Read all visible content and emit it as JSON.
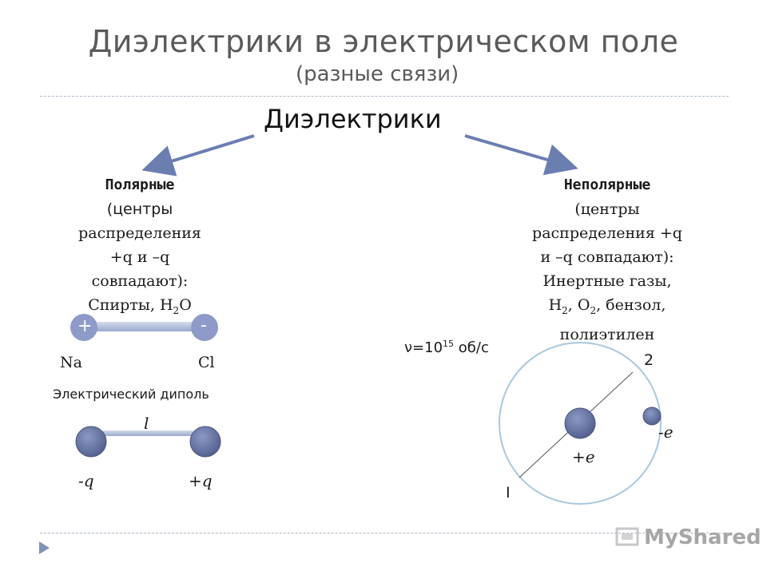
{
  "slide": {
    "title": "Диэлектрики в электрическом поле",
    "subtitle": "(разные связи)",
    "heading": "Диэлектрики"
  },
  "polar": {
    "label": "Полярные",
    "line1": "(центры",
    "line2": "распределения",
    "line3": "+q и –q",
    "line4": "совпадают):",
    "line5_prefix": "Спирты, H",
    "line5_sub": "2",
    "line5_suffix": "O",
    "plus_sign": "+",
    "minus_sign": "-",
    "atom_left": "Na",
    "atom_right": "Cl",
    "dipole_caption": "Электрический диполь",
    "length_label": "l",
    "charge_left": "-q",
    "charge_right": "+q"
  },
  "nonpolar": {
    "label": "Неполярные",
    "line1": "(центры",
    "line2": "распределения +q",
    "line3": "и –q совпадают):",
    "line4": "Инертные газы,",
    "line5_a": "H",
    "line5_sub1": "2",
    "line5_b": ", O",
    "line5_sub2": "2",
    "line5_c": ", бензол,",
    "line6": "полиэтилен",
    "freq_prefix": "ν=10",
    "freq_exp": "15",
    "freq_suffix": " об/с",
    "label_2": "2",
    "label_1": "I",
    "electron_label": "-e",
    "nucleus_label": "+e"
  },
  "watermark": "MyShared",
  "colors": {
    "atom_fill": "#6a78a6",
    "arrow": "#6a7eb0",
    "bond": "#b4c0dc"
  },
  "icons": [
    "arrow-left-icon",
    "arrow-right-icon",
    "nav-triangle-icon",
    "myshared-logo-icon"
  ]
}
